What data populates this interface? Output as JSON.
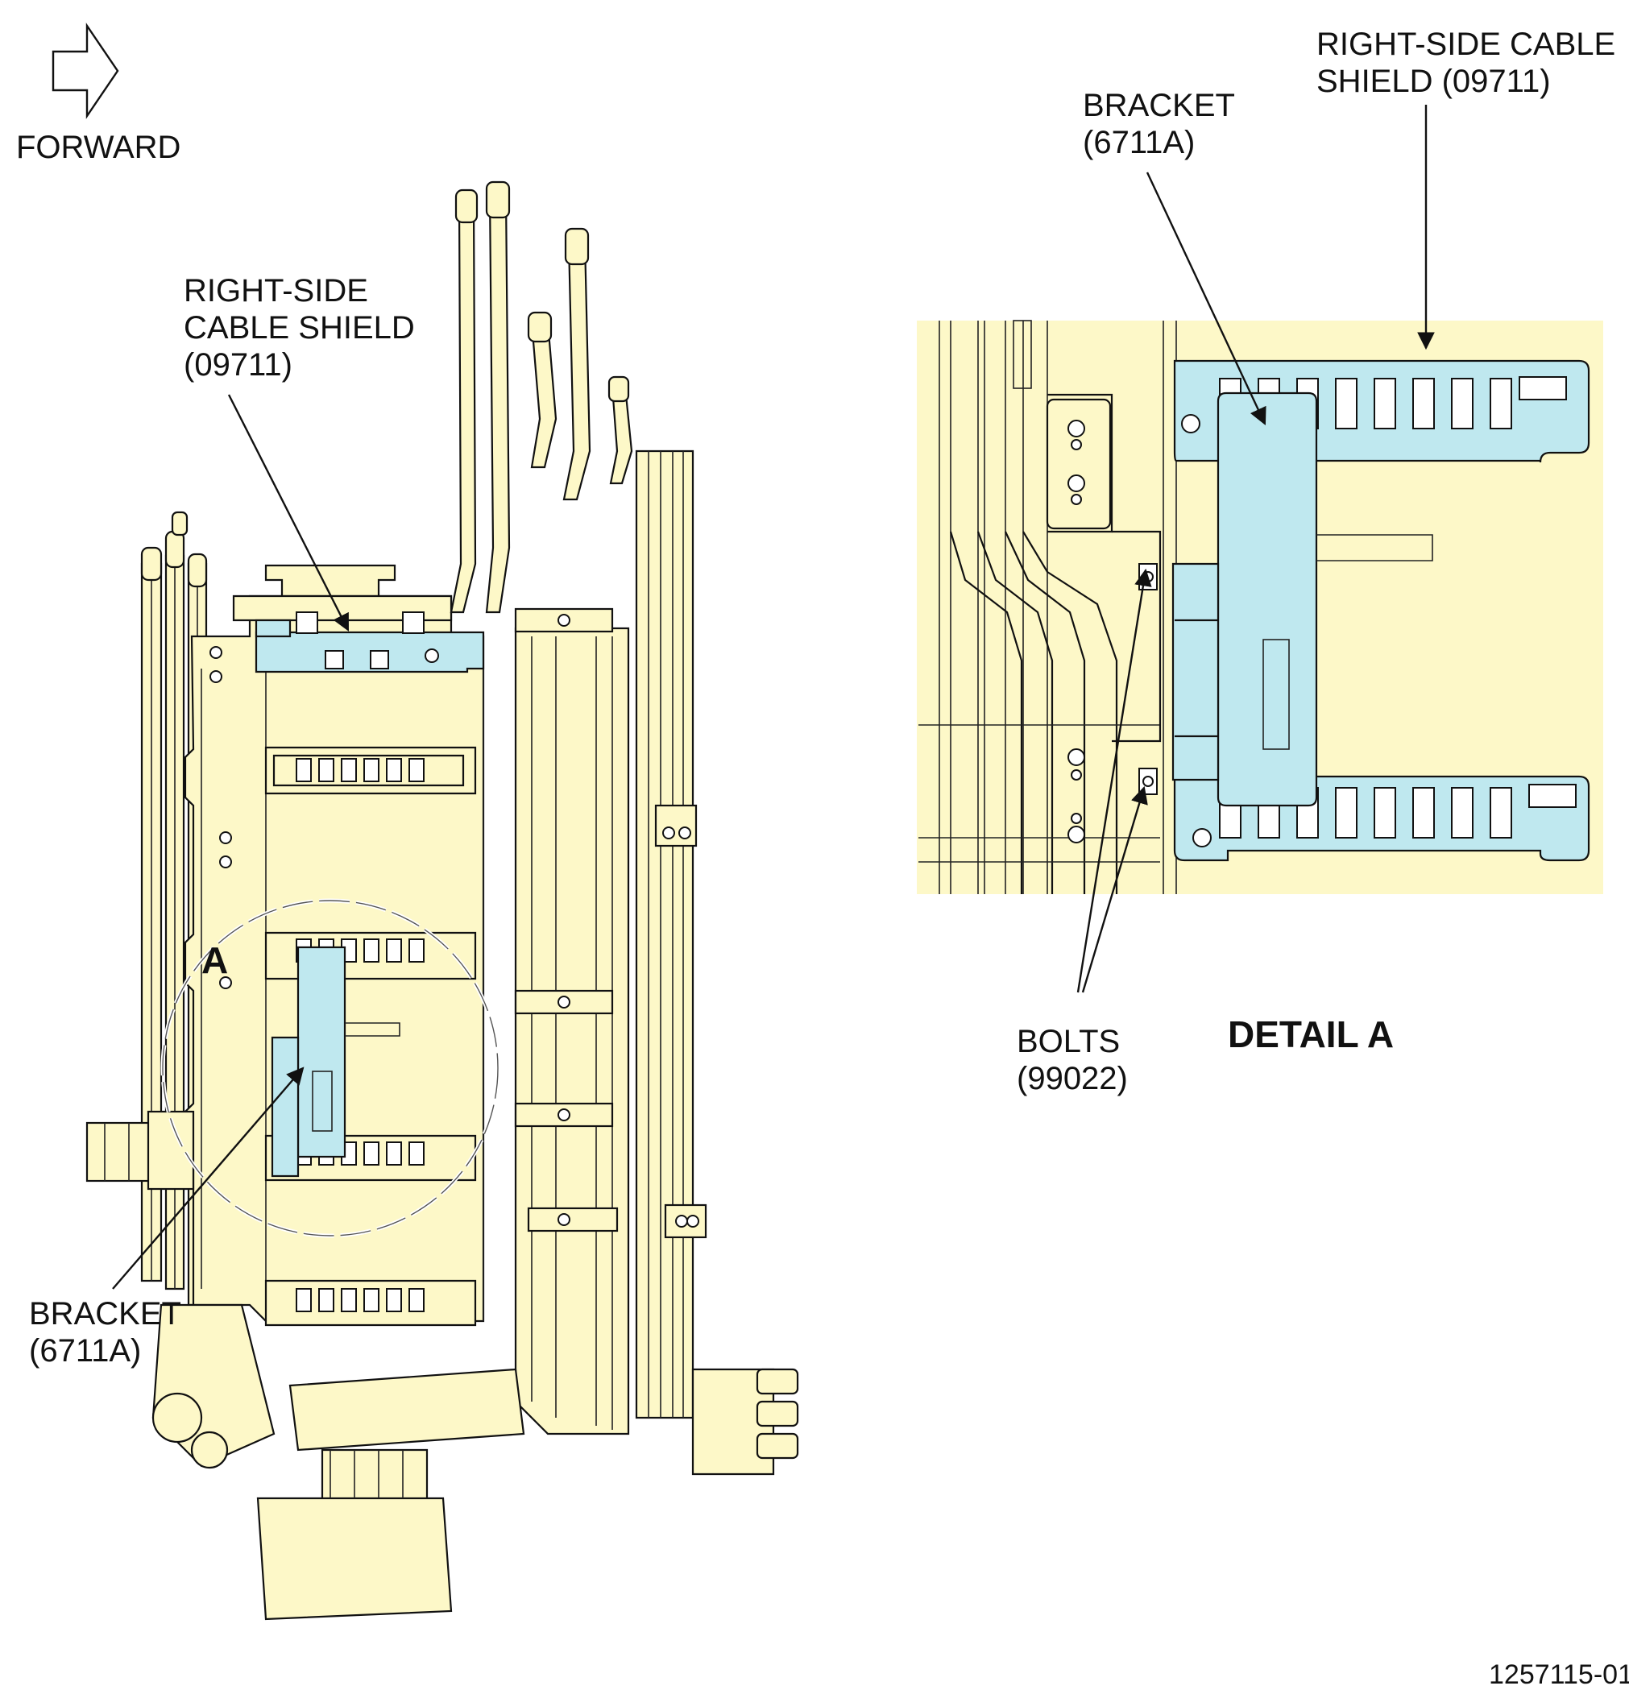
{
  "direction": {
    "label": "FORWARD",
    "icon": "forward-arrow-icon"
  },
  "callouts": {
    "main_shield": {
      "line1": "RIGHT-SIDE",
      "line2": "CABLE SHIELD",
      "line3": "(09711)"
    },
    "main_bracket": {
      "line1": "BRACKET",
      "line2": "(6711A)"
    },
    "detail_shield": {
      "line1": "RIGHT-SIDE CABLE",
      "line2": "SHIELD (09711)"
    },
    "detail_bracket": {
      "line1": "BRACKET",
      "line2": "(6711A)"
    },
    "detail_bolts": {
      "line1": "BOLTS",
      "line2": "(99022)"
    }
  },
  "detail": {
    "marker": "A",
    "title": "DETAIL A"
  },
  "figure_id": "1257115-01",
  "colors": {
    "component": "#fdf8c8",
    "highlight": "#bfe8ef",
    "line": "#111111"
  }
}
